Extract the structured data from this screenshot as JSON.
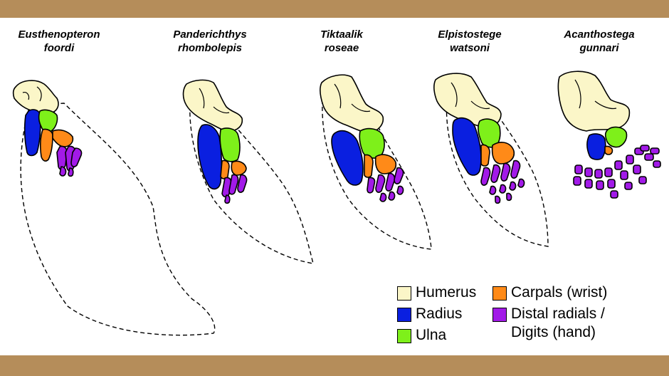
{
  "species": [
    {
      "line1": "Eusthenopteron",
      "line2": "foordi"
    },
    {
      "line1": "Panderichthys",
      "line2": "rhombolepis"
    },
    {
      "line1": "Tiktaalik",
      "line2": "roseae"
    },
    {
      "line1": "Elpistostege",
      "line2": "watsoni"
    },
    {
      "line1": "Acanthostega",
      "line2": "gunnari"
    }
  ],
  "legend": {
    "humerus": "Humerus",
    "radius": "Radius",
    "ulna": "Ulna",
    "carpals": "Carpals (wrist)",
    "distal_line1": "Distal radials /",
    "distal_line2": "Digits (hand)"
  },
  "colors": {
    "humerus": "#fbf6c8",
    "radius": "#0a1fe0",
    "ulna": "#7ef01a",
    "carpals": "#ff8a18",
    "distal": "#a21ae8",
    "frame": "#b58d5a"
  }
}
